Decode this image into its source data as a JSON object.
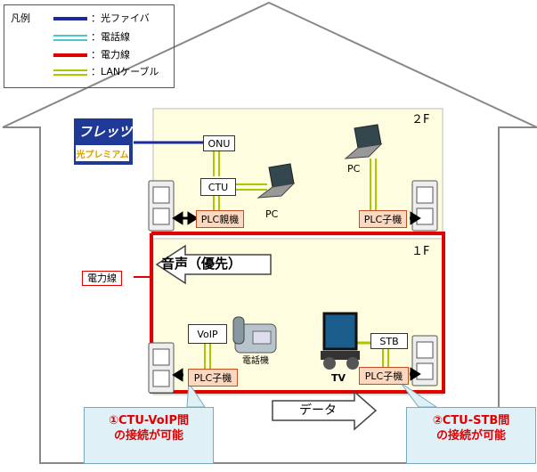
{
  "legend": {
    "title": "凡例",
    "items": [
      {
        "label": "：光ファイバ",
        "color": "#1a2a9c",
        "style": "solid"
      },
      {
        "label": "：電話線",
        "color": "#4fc6c6",
        "style": "double"
      },
      {
        "label": "：電力線",
        "color": "#e00000",
        "style": "solid"
      },
      {
        "label": "：LANケーブル",
        "color": "#a8c800",
        "style": "double"
      }
    ]
  },
  "floors": {
    "upper": "２F",
    "lower": "１F"
  },
  "devices": {
    "onu": "ONU",
    "ctu": "CTU",
    "voip": "VoIP",
    "stb": "STB",
    "plc_parent": "PLC親機",
    "plc_child": "PLC子機"
  },
  "labels": {
    "pc": "PC",
    "phone": "電話機",
    "tv": "TV",
    "power_line": "電力線",
    "voice": "音声（優先）",
    "data": "データ"
  },
  "logo": {
    "brand_top": "フレッツ",
    "brand_bottom": "光プレミアム"
  },
  "callouts": [
    {
      "line1": "①CTU-VoIP間",
      "line2": "の接続が可能"
    },
    {
      "line1": "②CTU-STB間",
      "line2": "の接続が可能"
    }
  ],
  "colors": {
    "fiber": "#1a2a9c",
    "power": "#e00000",
    "lan": "#a8c800",
    "phone": "#4fc6c6",
    "room": "#fffde0"
  }
}
